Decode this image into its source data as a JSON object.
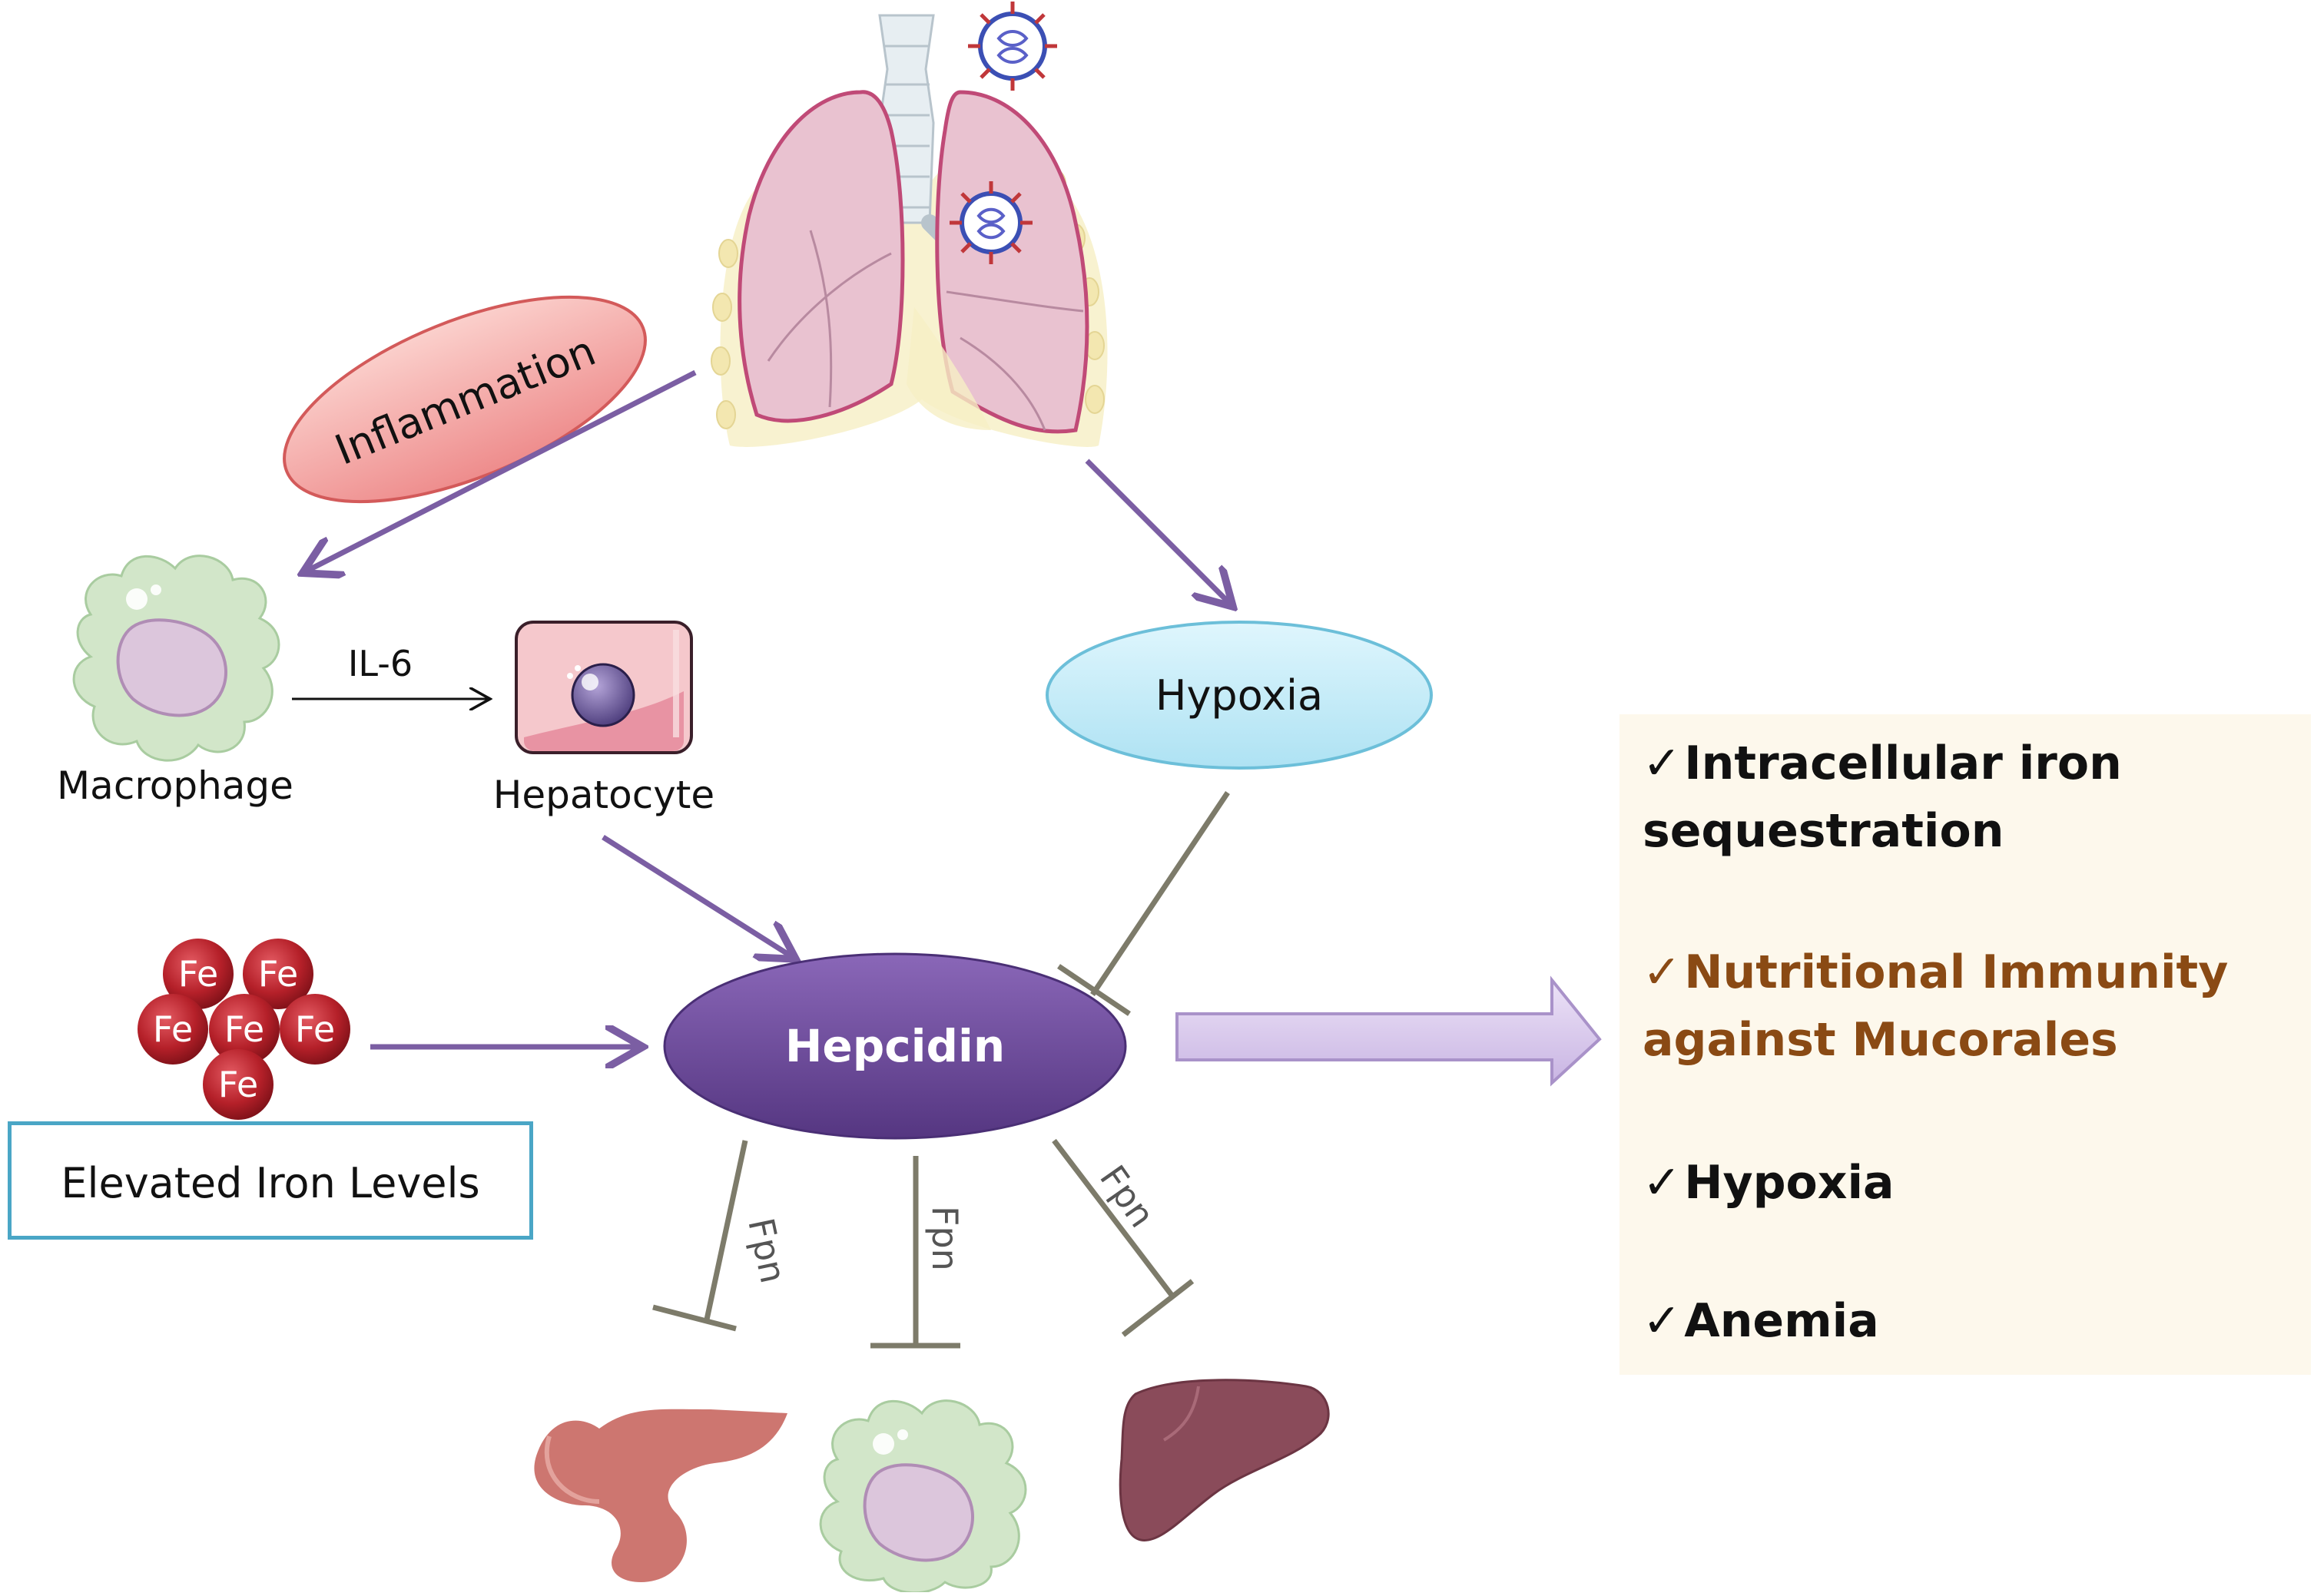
{
  "nodes": {
    "inflammation": "Inflammation",
    "macrophage": "Macrophage",
    "il6": "IL-6",
    "hepatocyte": "Hepatocyte",
    "hypoxia": "Hypoxia",
    "hepcidin": "Hepcidin",
    "iron_levels": "Elevated Iron Levels",
    "fe": "Fe",
    "fpn": "Fpn"
  },
  "outcomes": [
    {
      "line1": "Intracellular iron",
      "line2": "sequestration",
      "color": "#111111"
    },
    {
      "line1": "Nutritional Immunity",
      "line2": "against  Mucorales",
      "color": "#8a4a14"
    },
    {
      "line1": "Hypoxia",
      "line2": "",
      "color": "#111111"
    },
    {
      "line1": "Anemia",
      "line2": "",
      "color": "#111111"
    }
  ],
  "check_symbol": "✓",
  "colors": {
    "arrow_purple": "#7b5ea3",
    "inhibit_gray": "#7d7b6a",
    "hepcidin_fill": "#6a4a9a",
    "hypoxia_fill": "#c7ecf8",
    "inflammation_fill": "#f4a7a7",
    "iron_red": "#b52029",
    "panel_bg": "#fdf8ec",
    "box_border": "#4aa6c6"
  },
  "icons": [
    "lungs-icon",
    "virus-icon",
    "macrophage-icon",
    "hepatocyte-icon",
    "iron-cluster-icon",
    "intestine-icon",
    "liver-icon"
  ]
}
